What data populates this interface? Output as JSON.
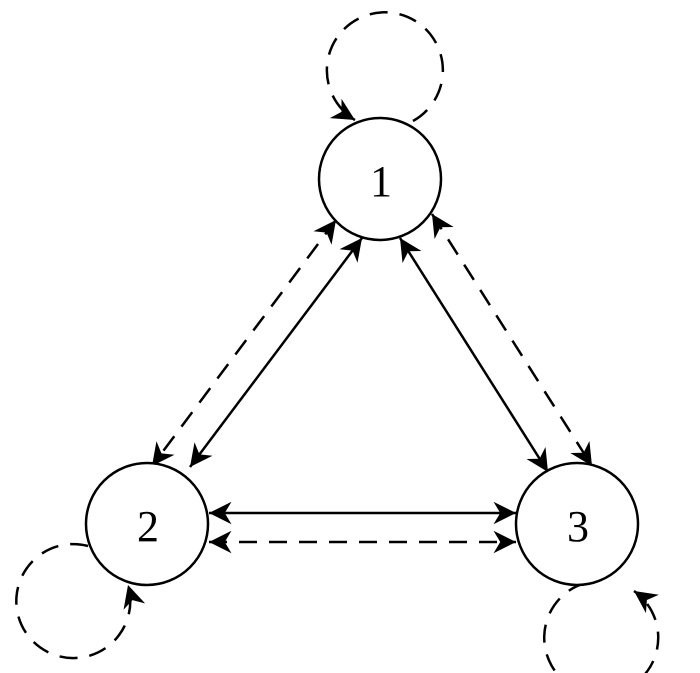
{
  "nodes": [
    {
      "id": "1",
      "label": "1"
    },
    {
      "id": "2",
      "label": "2"
    },
    {
      "id": "3",
      "label": "3"
    }
  ],
  "edges": [
    {
      "from": "1",
      "to": "2",
      "style": "solid",
      "direction": "both"
    },
    {
      "from": "1",
      "to": "2",
      "style": "dashed",
      "direction": "both"
    },
    {
      "from": "1",
      "to": "3",
      "style": "solid",
      "direction": "both"
    },
    {
      "from": "1",
      "to": "3",
      "style": "dashed",
      "direction": "both"
    },
    {
      "from": "2",
      "to": "3",
      "style": "solid",
      "direction": "both"
    },
    {
      "from": "2",
      "to": "3",
      "style": "dashed",
      "direction": "both"
    },
    {
      "from": "1",
      "to": "1",
      "style": "dashed",
      "direction": "self-loop"
    },
    {
      "from": "2",
      "to": "2",
      "style": "dashed",
      "direction": "self-loop"
    },
    {
      "from": "3",
      "to": "3",
      "style": "dashed",
      "direction": "self-loop"
    }
  ],
  "colors": {
    "stroke": "#000000",
    "background": "#ffffff"
  }
}
